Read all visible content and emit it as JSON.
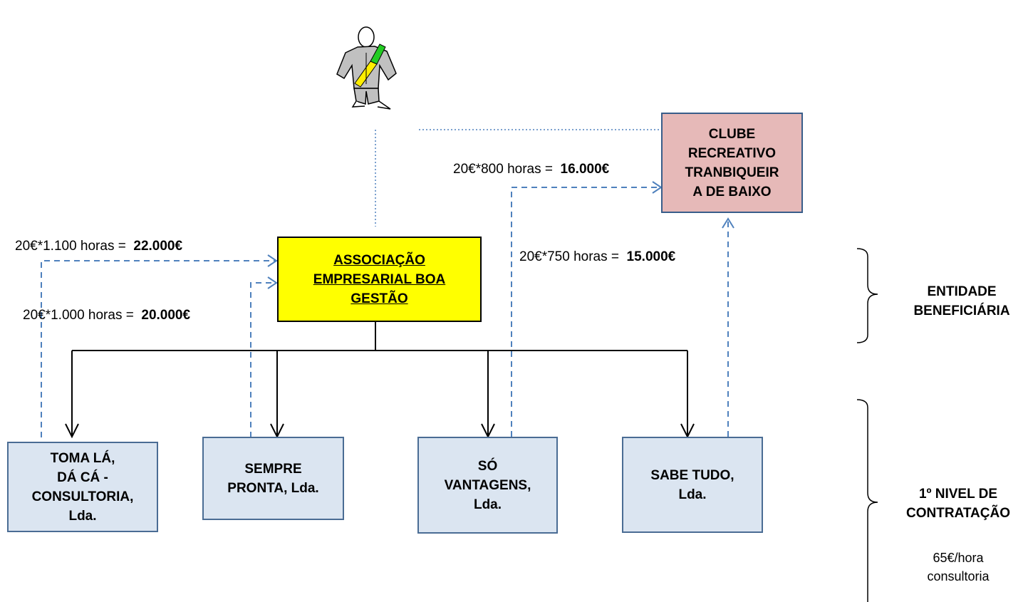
{
  "central_entity": {
    "lines": [
      "ASSOCIAÇÃO",
      "EMPRESARIAL BOA",
      "GESTÃO"
    ],
    "color": "#ffff00"
  },
  "club": {
    "lines": [
      "CLUBE",
      "RECREATIVO",
      "TRANBIQUEIR",
      "A DE BAIXO"
    ],
    "color": "#e6b9b8"
  },
  "companies": [
    {
      "lines": [
        "TOMA LÁ,",
        "DÁ CÁ -",
        "CONSULTORIA,",
        "Lda."
      ]
    },
    {
      "lines": [
        "SEMPRE",
        "PRONTA, Lda."
      ]
    },
    {
      "lines": [
        "SÓ",
        "VANTAGENS,",
        "Lda."
      ]
    },
    {
      "lines": [
        "SABE TUDO,",
        "Lda."
      ]
    }
  ],
  "flows": [
    {
      "label": "20€*1.100 horas =",
      "amount": "22.000€"
    },
    {
      "label": "20€*1.000 horas =",
      "amount": "20.000€"
    },
    {
      "label": "20€*800 horas =",
      "amount": "16.000€"
    },
    {
      "label": "20€*750 horas =",
      "amount": "15.000€"
    }
  ],
  "side_labels": {
    "entity": [
      "ENTIDADE",
      "BENEFICIÁRIA"
    ],
    "level": [
      "1º NIVEL DE",
      "CONTRATAÇÃO"
    ],
    "rate": [
      "65€/hora",
      "consultoria"
    ]
  },
  "icons": {
    "official": "official-with-sash-icon"
  },
  "colors": {
    "dashed_arrow": "#4f81bd",
    "company_fill": "#dbe5f1"
  }
}
